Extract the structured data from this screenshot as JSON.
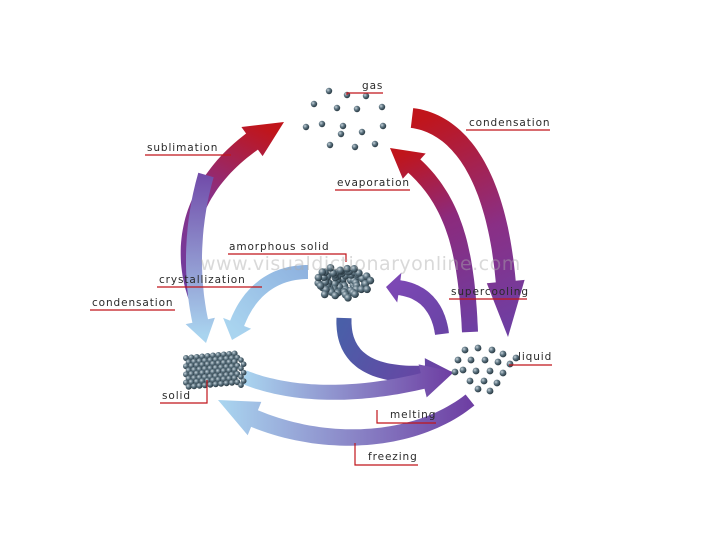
{
  "labels": {
    "gas": "gas",
    "condensation_gas": "condensation",
    "sublimation": "sublimation",
    "evaporation": "evaporation",
    "amorphous_solid": "amorphous solid",
    "crystallization": "crystallization",
    "condensation_solid": "condensation",
    "supercooling": "supercooling",
    "liquid": "liquid",
    "solid": "solid",
    "melting": "melting",
    "freezing": "freezing"
  },
  "watermark": "www.visualdictionaryonline.com",
  "colors": {
    "red": "#c0151b",
    "purple": "#6e3fa3",
    "light_blue": "#a9d4ef",
    "leader_line": "#c0151b",
    "particle": "#3f5563"
  }
}
